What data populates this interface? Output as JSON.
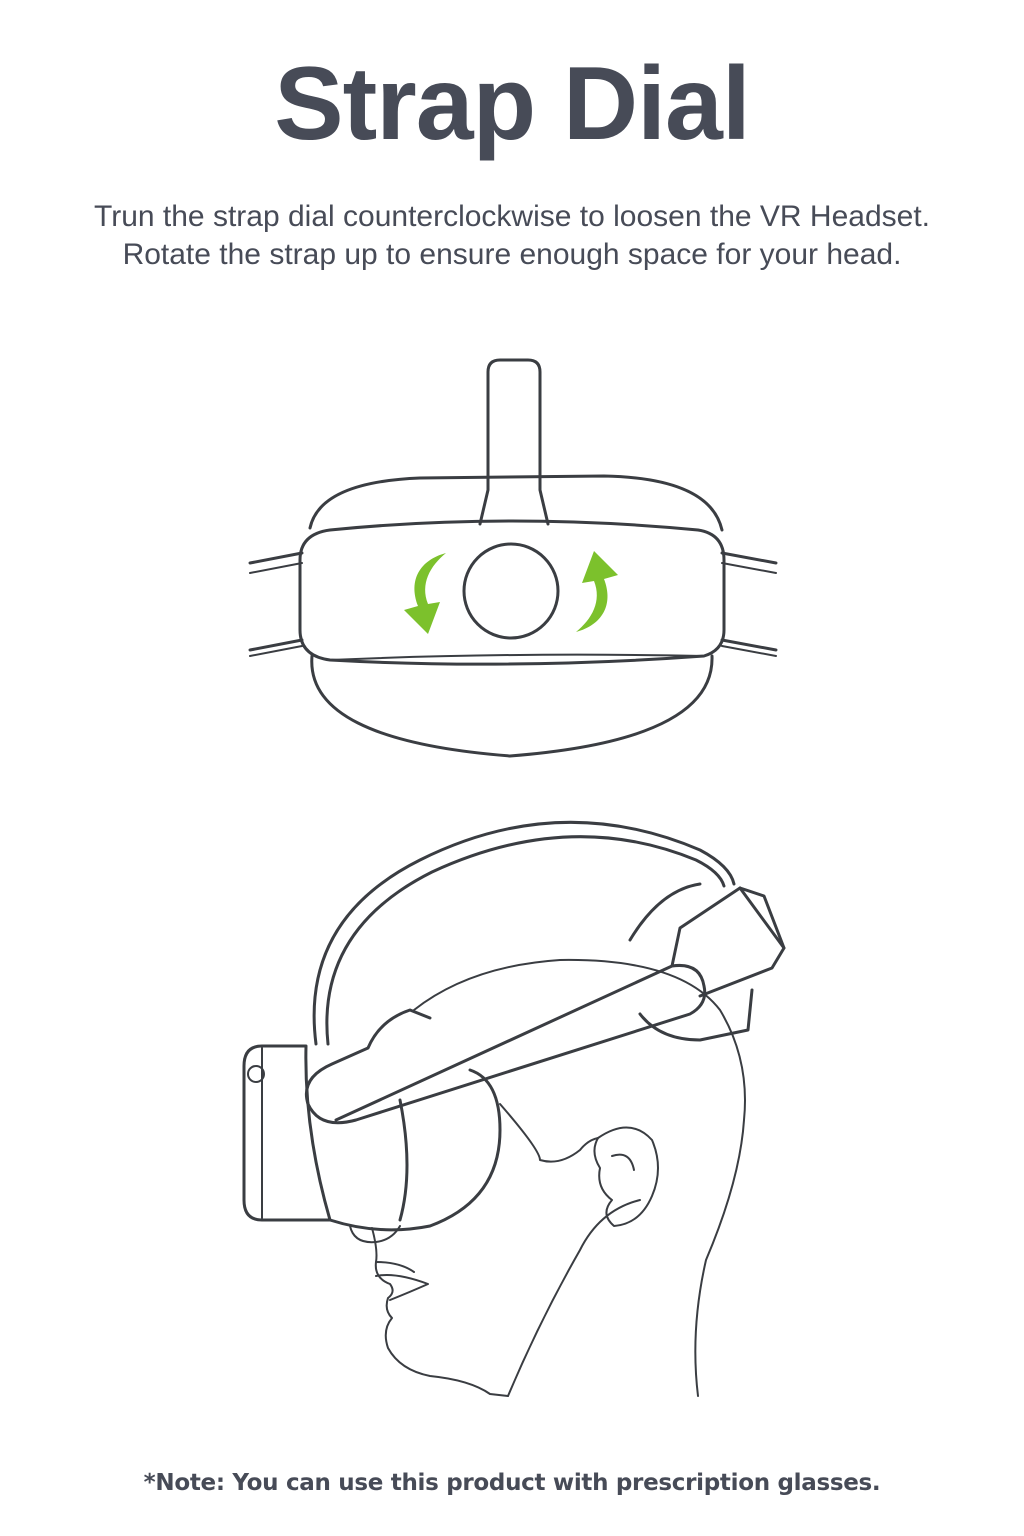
{
  "title": "Strap Dial",
  "description": {
    "line1": "Trun the strap dial counterclockwise to loosen the VR Headset.",
    "line2": "Rotate the strap up to ensure enough space for your head."
  },
  "note": "*Note: You can use this product with prescription glasses.",
  "colors": {
    "text": "#474b57",
    "line": "#3a3d42",
    "arrow": "#7cc12c"
  },
  "icons": [
    "rotate-counterclockwise-arrow-icon",
    "rotate-clockwise-arrow-icon"
  ]
}
